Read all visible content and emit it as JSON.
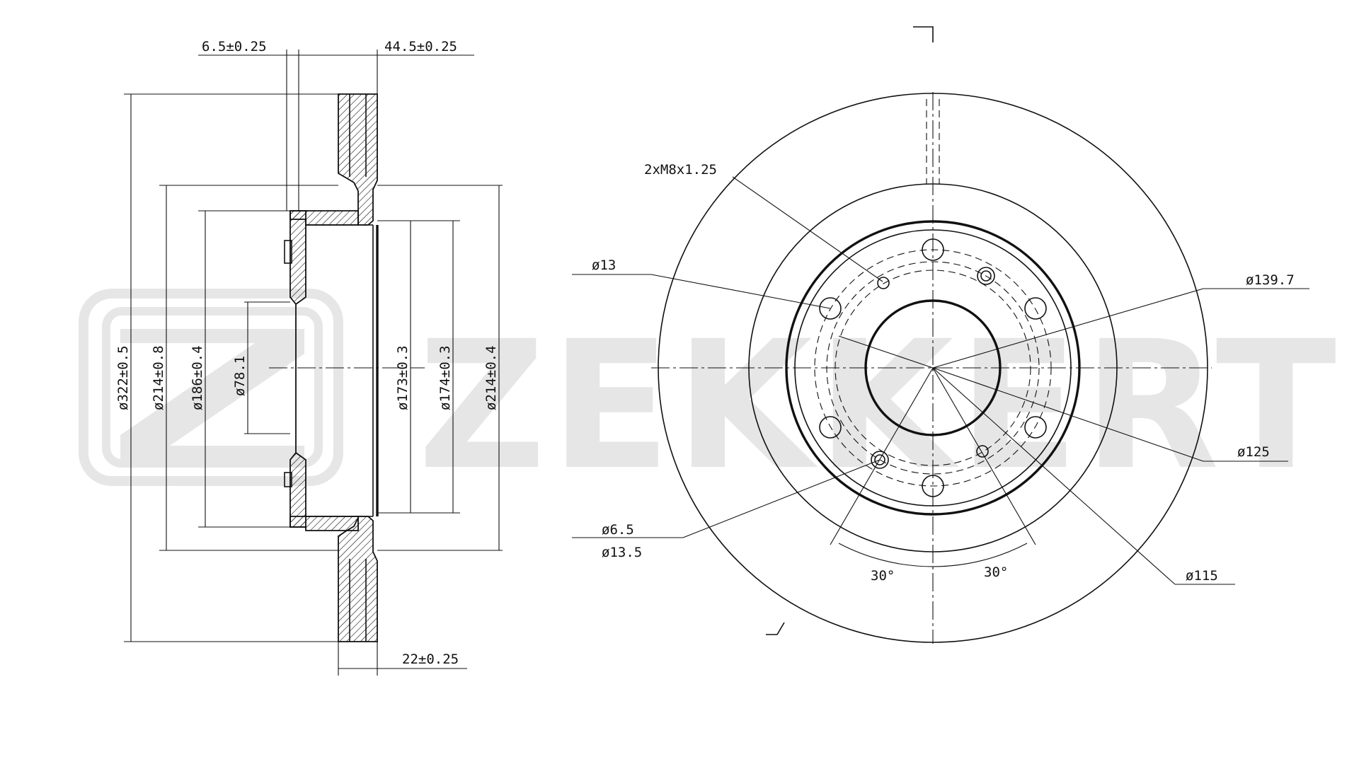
{
  "watermark": {
    "brand": "ZEKKERT",
    "logo_color": "#e6e6e6"
  },
  "side_view": {
    "offset_dim": "6.5±0.25",
    "height_dim": "44.5±0.25",
    "thickness_dim": "22±0.25",
    "diam_outer": "ø322±0.5",
    "diam_214_08": "ø214±0.8",
    "diam_186": "ø186±0.4",
    "diam_78": "ø78.1",
    "diam_173": "ø173±0.3",
    "diam_174": "ø174±0.3",
    "diam_214_04": "ø214±0.4"
  },
  "front_view": {
    "thread": "2xM8x1.25",
    "hole_13": "ø13",
    "pcd_139": "ø139.7",
    "pcd_125": "ø125",
    "hole_65": "ø6.5",
    "hole_135": "ø13.5",
    "pcd_115": "ø115",
    "angle_left": "30°",
    "angle_right": "30°"
  }
}
